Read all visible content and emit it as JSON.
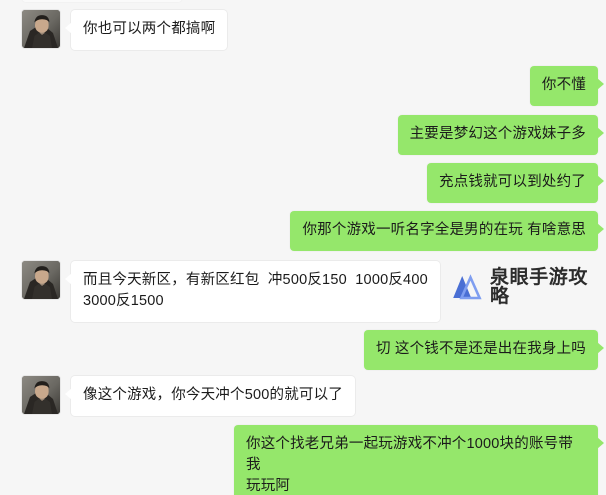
{
  "app": {
    "background_color": "#f6f6f6",
    "incoming_bubble_color": "#ffffff",
    "outgoing_bubble_color": "#95e76b",
    "text_color": "#1b1b1b"
  },
  "watermark": {
    "text": "泉眼手游攻略",
    "logo_icon": "double-triangle-logo-icon",
    "logo_color_dark": "#4a6fd4",
    "logo_color_light": "#7f9ef0"
  },
  "avatar": {
    "icon": "contact-avatar",
    "alt": "contact avatar photo"
  },
  "messages": [
    {
      "id": "m1",
      "side": "incoming",
      "text": "你也可以两个都搞啊",
      "has_avatar": true
    },
    {
      "id": "m2",
      "side": "outgoing",
      "text": "你不懂",
      "has_avatar": false
    },
    {
      "id": "m3",
      "side": "outgoing",
      "text": "主要是梦幻这个游戏妹子多",
      "has_avatar": false
    },
    {
      "id": "m4",
      "side": "outgoing",
      "text": "充点钱就可以到处约了",
      "has_avatar": false
    },
    {
      "id": "m5",
      "side": "outgoing",
      "text": "你那个游戏一听名字全是男的在玩 有啥意思",
      "has_avatar": false
    },
    {
      "id": "m6",
      "side": "incoming",
      "text": "而且今天新区，有新区红包  冲500反150  1000反400\n3000反1500",
      "has_avatar": true
    },
    {
      "id": "m7",
      "side": "outgoing",
      "text": "切 这个钱不是还是出在我身上吗",
      "has_avatar": false
    },
    {
      "id": "m8",
      "side": "incoming",
      "text": "像这个游戏，你今天冲个500的就可以了",
      "has_avatar": true
    },
    {
      "id": "m9",
      "side": "outgoing",
      "text": "你这个找老兄弟一起玩游戏不冲个1000块的账号带我\n玩玩阿",
      "has_avatar": false
    }
  ]
}
